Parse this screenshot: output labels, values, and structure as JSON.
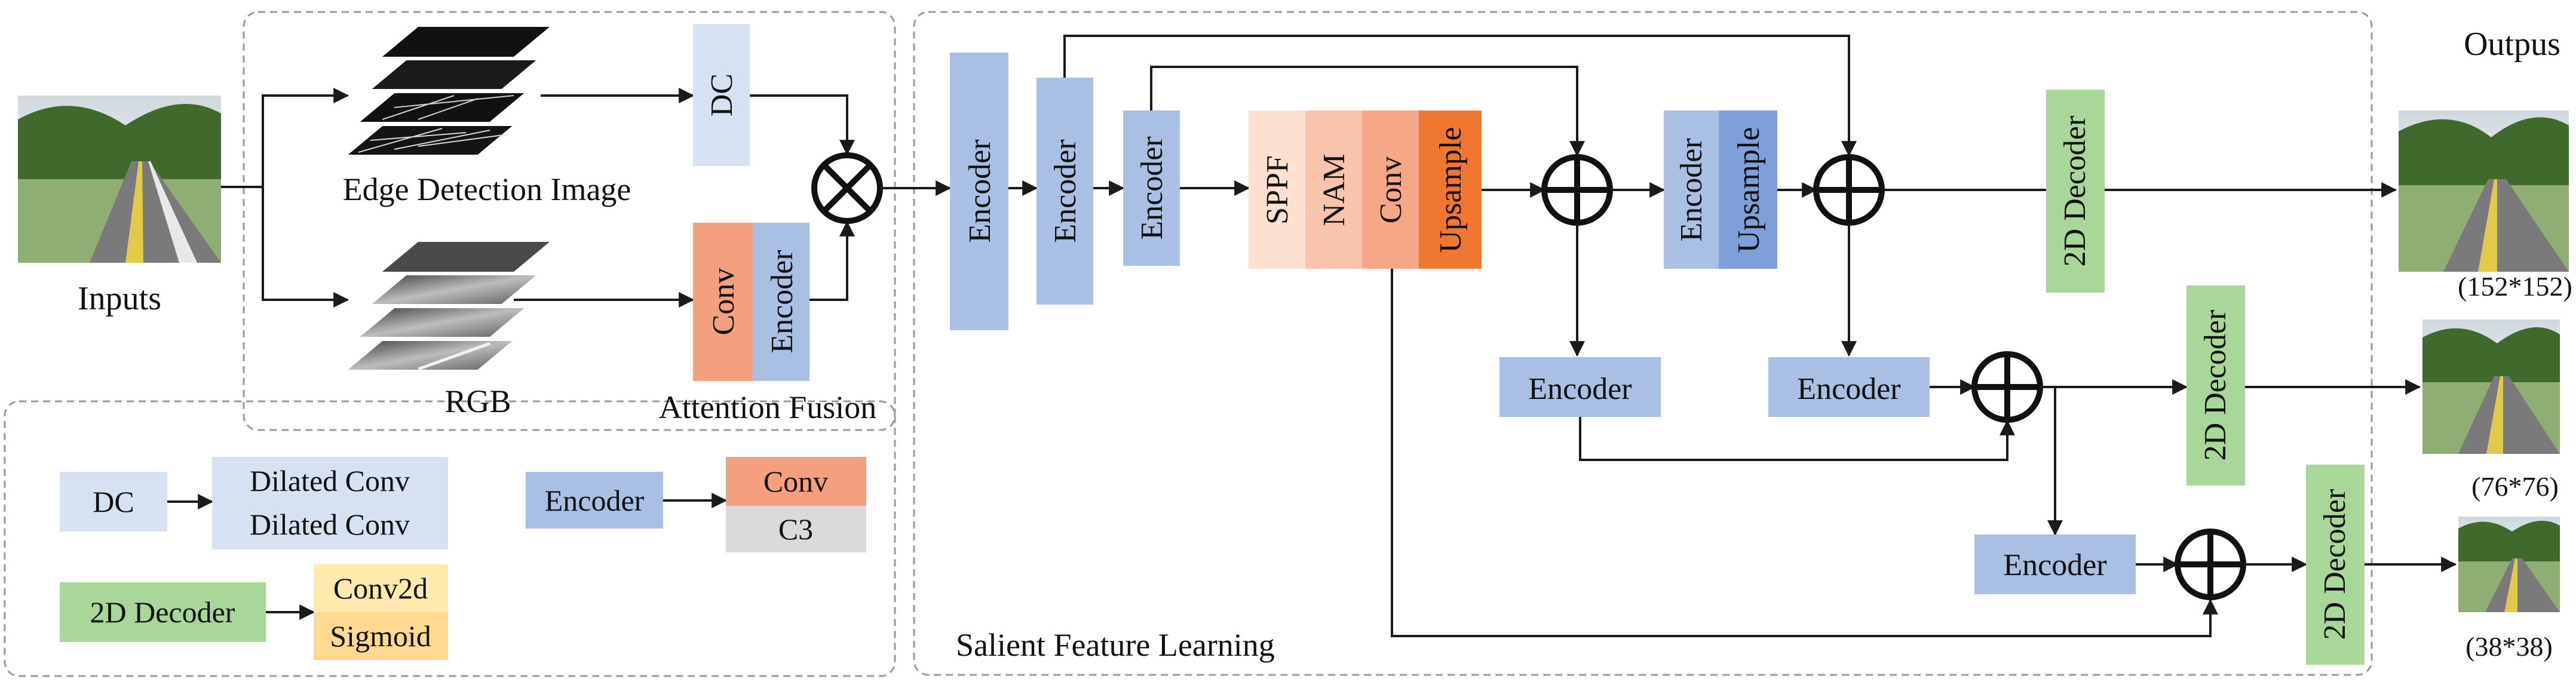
{
  "inputs_label": "Inputs",
  "outputs_label": "Outpus",
  "edge_image_label": "Edge Detection Image",
  "rgb_label": "RGB",
  "attention_fusion_label": "Attention Fusion",
  "salient_label": "Salient Feature Learning",
  "blocks": {
    "dc": "DC",
    "conv": "Conv",
    "encoder": "Encoder",
    "sppf": "SPPF",
    "nam": "NAM",
    "upsample": "Upsample",
    "decoder_2d": "2D Decoder"
  },
  "outputs": [
    {
      "size": "(152*152)"
    },
    {
      "size": "(76*76)"
    },
    {
      "size": "(38*38)"
    }
  ],
  "legend": {
    "dc_label": "DC",
    "dc_parts": [
      "Dilated Conv",
      "Dilated Conv"
    ],
    "encoder_label": "Encoder",
    "encoder_parts": [
      "Conv",
      "C3"
    ],
    "decoder_label": "2D Decoder",
    "decoder_parts": [
      "Conv2d",
      "Sigmoid"
    ]
  },
  "colors": {
    "encoder": "#a9bfe3",
    "dc": "#d6e1f2",
    "conv": "#f4a07f",
    "upsample": "#f0772f",
    "decoder": "#a9d79a",
    "c3": "#dadada",
    "conv2d": "#ffe9ad",
    "sigmoid": "#ffd98f"
  }
}
